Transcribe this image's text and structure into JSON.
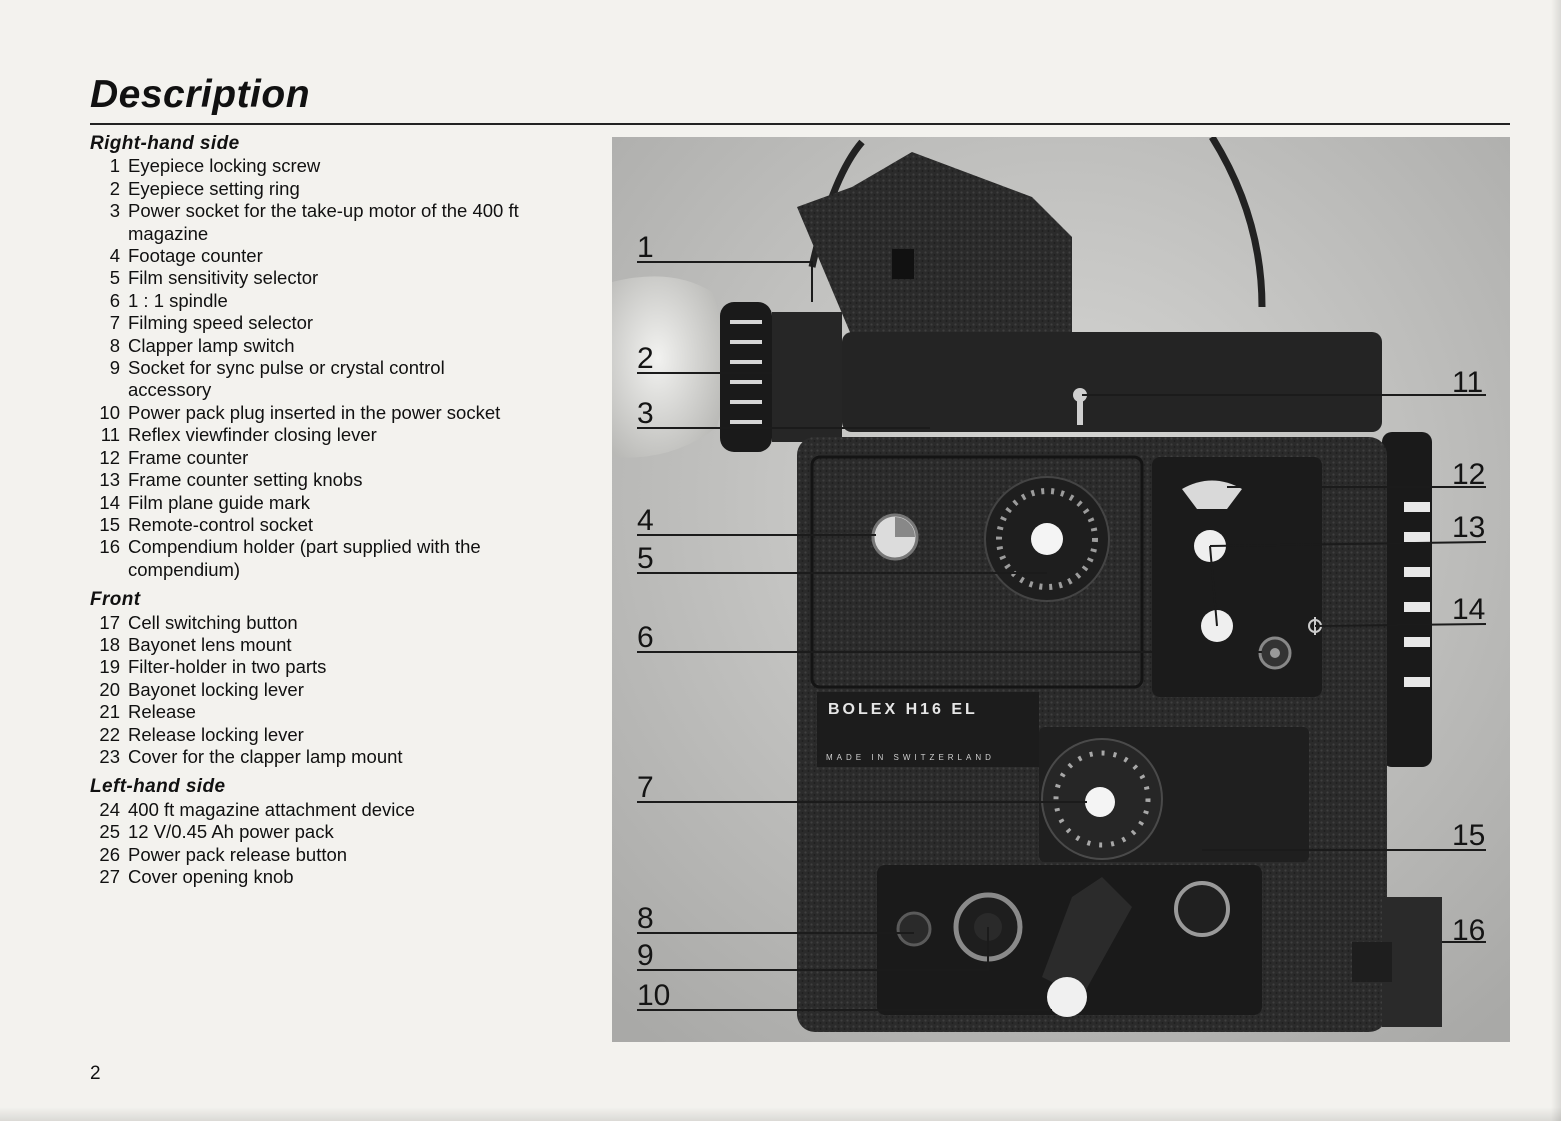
{
  "page": {
    "title": "Description",
    "page_number": "2"
  },
  "sections": [
    {
      "heading": "Right-hand side",
      "items": [
        {
          "num": "1",
          "text": "Eyepiece locking screw"
        },
        {
          "num": "2",
          "text": "Eyepiece setting ring"
        },
        {
          "num": "3",
          "text": "Power socket for the take-up motor of the 400 ft magazine"
        },
        {
          "num": "4",
          "text": "Footage counter"
        },
        {
          "num": "5",
          "text": "Film sensitivity selector"
        },
        {
          "num": "6",
          "text": "1 : 1 spindle"
        },
        {
          "num": "7",
          "text": "Filming speed selector"
        },
        {
          "num": "8",
          "text": "Clapper lamp switch"
        },
        {
          "num": "9",
          "text": "Socket for sync pulse or crystal control accessory"
        },
        {
          "num": "10",
          "text": "Power pack plug inserted in the power socket"
        },
        {
          "num": "11",
          "text": "Reflex viewfinder closing lever"
        },
        {
          "num": "12",
          "text": "Frame counter"
        },
        {
          "num": "13",
          "text": "Frame counter setting knobs"
        },
        {
          "num": "14",
          "text": "Film plane guide mark"
        },
        {
          "num": "15",
          "text": "Remote-control socket"
        },
        {
          "num": "16",
          "text": "Compendium holder (part supplied with the compendium)"
        }
      ]
    },
    {
      "heading": "Front",
      "items": [
        {
          "num": "17",
          "text": "Cell switching button"
        },
        {
          "num": "18",
          "text": "Bayonet lens mount"
        },
        {
          "num": "19",
          "text": "Filter-holder in two parts"
        },
        {
          "num": "20",
          "text": "Bayonet locking lever"
        },
        {
          "num": "21",
          "text": "Release"
        },
        {
          "num": "22",
          "text": "Release locking lever"
        },
        {
          "num": "23",
          "text": "Cover for the clapper lamp mount"
        }
      ]
    },
    {
      "heading": "Left-hand side",
      "items": [
        {
          "num": "24",
          "text": "400 ft magazine attachment device"
        },
        {
          "num": "25",
          "text": "12 V/0.45 Ah power pack"
        },
        {
          "num": "26",
          "text": "Power pack release button"
        },
        {
          "num": "27",
          "text": "Cover opening knob"
        }
      ]
    }
  ],
  "photo": {
    "brand_plate": "BOLEX H16 EL",
    "made_in": "MADE IN SWITZERLAND",
    "callouts": [
      "1",
      "2",
      "3",
      "4",
      "5",
      "6",
      "7",
      "8",
      "9",
      "10",
      "11",
      "12",
      "13",
      "14",
      "15",
      "16"
    ]
  }
}
